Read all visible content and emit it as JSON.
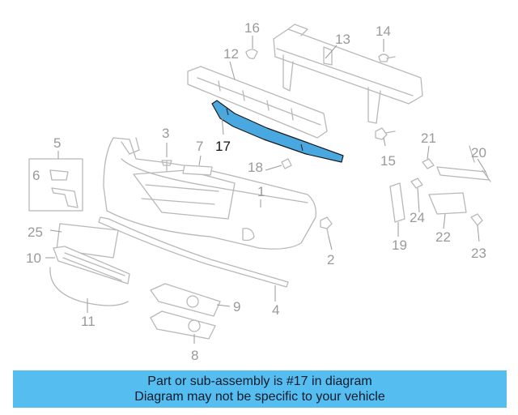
{
  "diagram": {
    "callouts": [
      "1",
      "2",
      "3",
      "4",
      "5",
      "6",
      "7",
      "8",
      "9",
      "10",
      "11",
      "12",
      "13",
      "14",
      "15",
      "16",
      "17",
      "18",
      "19",
      "20",
      "21",
      "22",
      "23",
      "24",
      "25"
    ],
    "highlighted_part": "17",
    "highlight_color": "#4aa8e0"
  },
  "banner": {
    "line1": "Part or sub-assembly is #17 in diagram",
    "line2": "Diagram may not be specific to your vehicle",
    "background": "#56bdf0"
  }
}
